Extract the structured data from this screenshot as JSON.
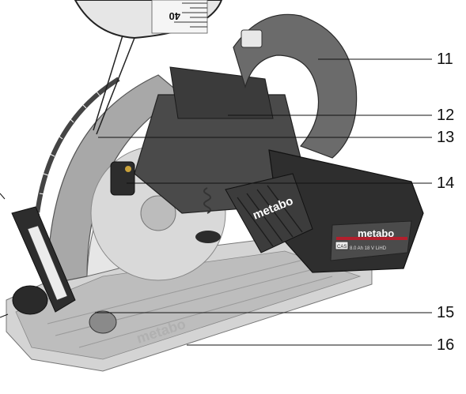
{
  "callouts": [
    {
      "id": "11",
      "label": "11"
    },
    {
      "id": "12",
      "label": "12"
    },
    {
      "id": "13",
      "label": "13"
    },
    {
      "id": "14",
      "label": "14"
    },
    {
      "id": "15",
      "label": "15"
    },
    {
      "id": "16",
      "label": "16"
    }
  ],
  "tool": {
    "brand_body": "metabo",
    "brand_battery": "metabo",
    "brand_base": "metabo",
    "battery_text": "8.0 Ah  18 V LiHD",
    "battery_badge": "CAS"
  },
  "magnifier": {
    "scale_value": "40"
  },
  "colors": {
    "body_dark": "#3a3a3a",
    "body_mid": "#5a5a5a",
    "handle": "#6b6b6b",
    "base": "#c9c9c9",
    "blade_guard": "#b8b8b8",
    "accent_red": "#b21f2d"
  }
}
